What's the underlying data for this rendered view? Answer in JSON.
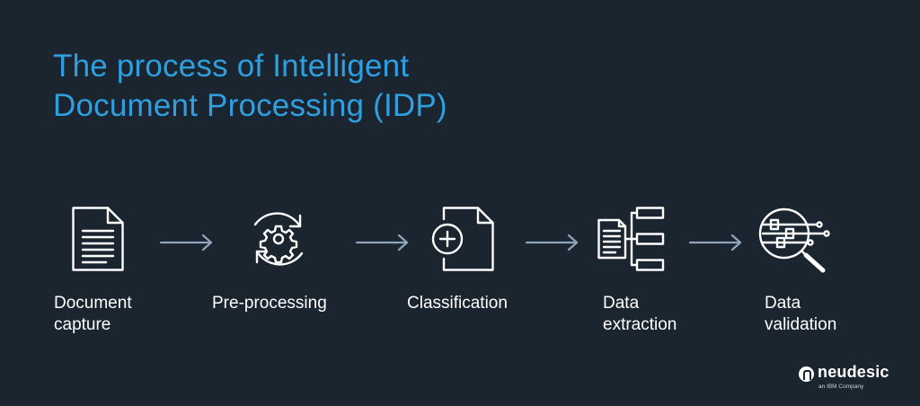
{
  "title": {
    "line1": "The process of Intelligent",
    "line2": "Document Processing (IDP)"
  },
  "steps": [
    {
      "line1": "Document",
      "line2": "capture",
      "icon": "document-icon"
    },
    {
      "line1": "Pre-processing",
      "line2": "",
      "icon": "gear-refresh-icon"
    },
    {
      "line1": "Classification",
      "line2": "",
      "icon": "document-plus-icon"
    },
    {
      "line1": "Data",
      "line2": "extraction",
      "icon": "data-extraction-icon"
    },
    {
      "line1": "Data",
      "line2": "validation",
      "icon": "magnifier-validation-icon"
    }
  ],
  "logo": {
    "name": "neudesic",
    "tagline": "an IBM Company"
  },
  "colors": {
    "background": "#1a2530",
    "title": "#2f9fe0",
    "text": "#ffffff",
    "arrow": "#8fa4b8"
  }
}
